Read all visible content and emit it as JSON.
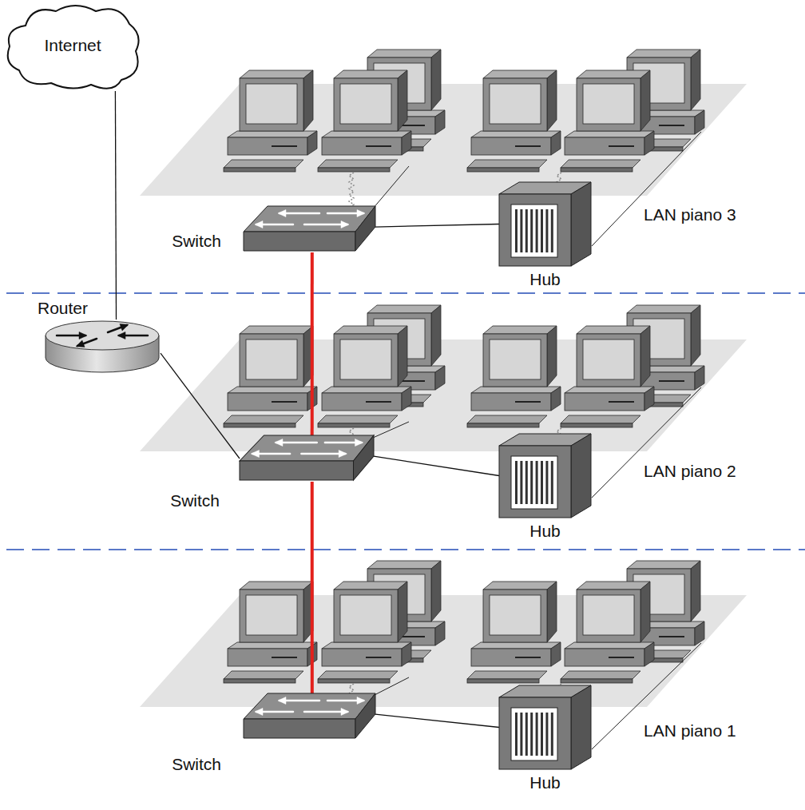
{
  "diagram": {
    "nodes": [
      {
        "text": [
          "Internet"
        ]
      },
      {
        "text": [
          "Switch"
        ]
      },
      {
        "text": [
          "Hub"
        ]
      },
      {
        "text": [
          "Router"
        ]
      },
      {
        "text": [
          "Switch"
        ]
      },
      {
        "text": [
          "Hub"
        ]
      },
      {
        "text": [
          "Switch"
        ]
      },
      {
        "text": [
          "Hub"
        ]
      }
    ],
    "edges": [
      {
        "from": 0,
        "to": 3,
        "arrow": "none"
      },
      {
        "from": 3,
        "to": 4,
        "arrow": "none"
      },
      {
        "from": 1,
        "to": 4,
        "arrow": "none"
      },
      {
        "from": 4,
        "to": 6,
        "arrow": "none"
      },
      {
        "from": 1,
        "to": 2,
        "arrow": "none"
      },
      {
        "from": 4,
        "to": 5,
        "arrow": "none"
      },
      {
        "from": 6,
        "to": 7,
        "arrow": "none"
      }
    ],
    "labels": [
      "LAN piano 3",
      "LAN piano 2",
      "LAN piano 1"
    ]
  }
}
